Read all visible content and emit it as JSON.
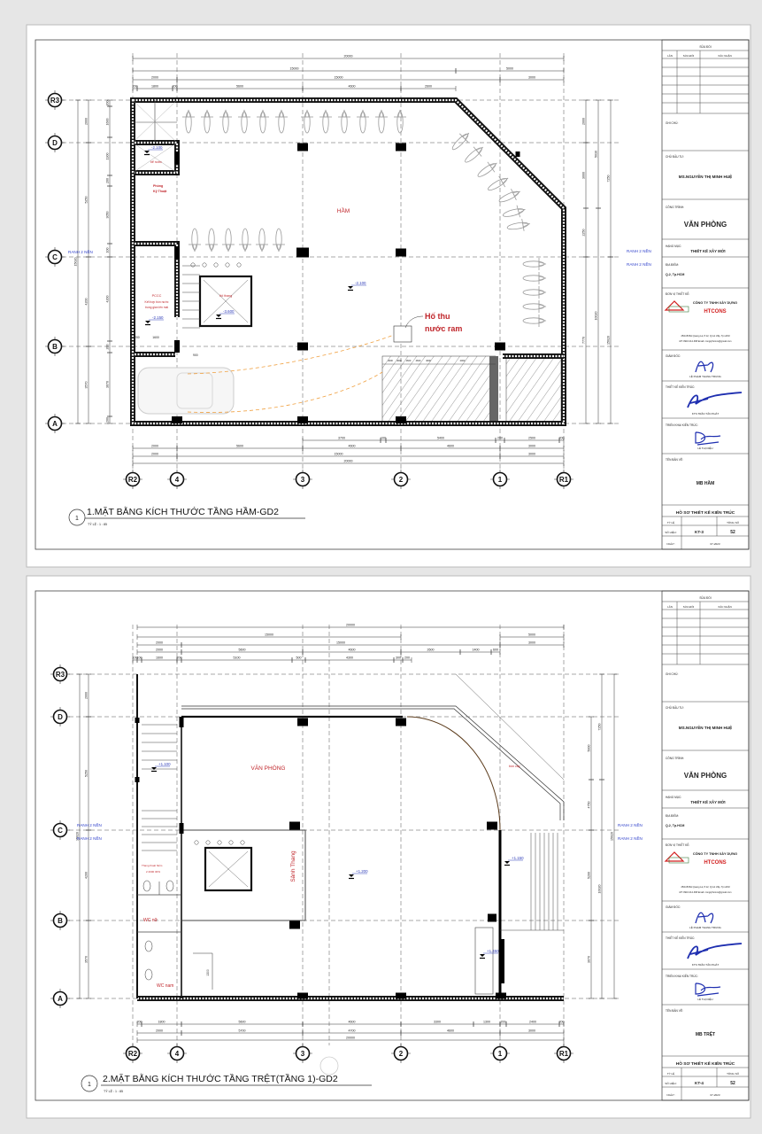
{
  "colors": {
    "room_label": "#c0262b",
    "level": "#2d3bb8",
    "boundary_label": "#3344cc",
    "wall": "#111111",
    "grid": "#555555",
    "furniture": "#9a9a9a",
    "ramp_path": "#f0a040",
    "signature": "#1f2fb0",
    "logo_red": "#d21f1f"
  },
  "title_block": {
    "revision_header": "SỬA ĐỔI",
    "revision_columns": [
      "LẦN",
      "SỬA ĐỔI",
      "XÁC NHẬN"
    ],
    "notes_label": "GHI CHÚ:",
    "owner_label": "CHỦ ĐẦU TƯ:",
    "owner": "MS.NGUYỄN THỊ MINH HUỆ",
    "project_label": "CÔNG TRÌNH:",
    "project": "VĂN PHÒNG",
    "category_label": "HẠNG MỤC:",
    "category": "THIẾT KẾ XÂY MỚI",
    "location_label": "ĐỊA ĐIỂM:",
    "location": "Q.2, Tp.HCM",
    "designer_label": "ĐƠN VỊ THIẾT KẾ:",
    "company_line1": "CÔNG TY TNHH XÂY DỰNG",
    "company_line2": "HTCONS",
    "address": "25/11B Bùi Quang Là, P.12, Q.Gò Vấp, Tp.HCM",
    "contact": "ĐT: 0916.214.468 Email: congtyhtcons@gmail.com",
    "director_label": "GIÁM ĐỐC:",
    "director": "LÊ PHẠM THANH TRUNG",
    "architect_label": "THIẾT KẾ KIẾN TRÚC:",
    "architect": "KTS.TRẦN TẤN PHÁT",
    "developer_label": "TRIỂN KHAI KIẾN TRÚC:",
    "developer": "LÊ THỊ DIỆU",
    "drawing_name_label": "TÊN BẢN VẼ:",
    "set_title": "HỒ SƠ THIẾT KẾ KIẾN TRÚC",
    "scale_label": "TỶ LỆ",
    "total_label": "TỔNG SỐ",
    "number_label": "SỐ HIỆU:",
    "date_label": "NGÀY:",
    "date": "07-2023"
  },
  "sheets": [
    {
      "drawing_name": "MB HẦM",
      "sheet_number": "KT-3",
      "total_sheets": "52",
      "view_number": "1",
      "view_title": "1.MẶT BẰNG KÍCH THƯỚC TẦNG HẦM-GD2",
      "view_scale": "TỶ LỆ : 1 : 85",
      "grid_rows": [
        "R3",
        "D",
        "C",
        "B",
        "A"
      ],
      "grid_cols": [
        "R2",
        "4",
        "3",
        "2",
        "1",
        "R1"
      ],
      "boundary_labels": [
        "RANH 2 NỀN",
        "RANH 2 NỀN",
        "RANH 2 NỀN"
      ],
      "dims_top": [
        [
          "20000"
        ],
        [
          "15000",
          "5000"
        ],
        [
          "2000",
          "15000",
          "3000"
        ],
        [
          "200",
          "1800",
          "200",
          "5600",
          "4600",
          "2600"
        ]
      ],
      "dims_bottom": [
        [
          "3700",
          "100",
          "5400",
          "200",
          "2500",
          "200"
        ],
        [
          "2000",
          "5600",
          "4600",
          "4600",
          "3000"
        ],
        [
          "2000",
          "15000",
          "3000"
        ],
        [
          "20000"
        ]
      ],
      "dims_left": [
        [
          "15020"
        ],
        [
          "2000",
          "5250",
          "4200",
          "3570"
        ],
        [
          "200",
          "1600",
          "1300",
          "200",
          "3050",
          "100",
          "4200",
          "200",
          "3670",
          "200"
        ]
      ],
      "dims_right": [
        [
          "2000",
          "3000",
          "2250",
          "7770"
        ],
        [
          "5030",
          "10020"
        ],
        [
          "7250",
          "15020"
        ]
      ],
      "rooms": [
        "HẦM",
        "Phòng",
        "Kỹ Thuật",
        "bể nước",
        "PCCC",
        "Kết hợp bồn nước",
        "trung gian lên mái",
        "Hố thang"
      ],
      "callout": [
        "Hố thu",
        "nước ram"
      ],
      "levels": [
        "-2.100",
        "-2.100",
        "-3.600",
        "-2.150"
      ],
      "ramp_dims": [
        "4600",
        "4600",
        "4600",
        "4600",
        "4600",
        "2000"
      ],
      "small_dims": [
        "900",
        "200",
        "1600"
      ]
    },
    {
      "drawing_name": "MB TRỆT",
      "sheet_number": "KT-4",
      "total_sheets": "52",
      "view_number": "1",
      "view_title": "2.MẶT BẰNG KÍCH THƯỚC TẦNG TRỆT(TẦNG 1)-GD2",
      "view_scale": "TỶ LỆ : 1 : 85",
      "grid_rows": [
        "R3",
        "D",
        "C",
        "B",
        "A"
      ],
      "grid_cols": [
        "R2",
        "4",
        "3",
        "2",
        "1",
        "R1"
      ],
      "boundary_labels": [
        "RANH 2 NỀN",
        "RANH 2 NỀN",
        "RANH 2 NỀN",
        "RANH 2 NỀN"
      ],
      "dims_top": [
        [
          "20000"
        ],
        [
          "15000",
          "5000"
        ],
        [
          "2000",
          "15000",
          "3000"
        ],
        [
          "2000",
          "5600",
          "4600",
          "2600",
          "1400",
          "600"
        ],
        [
          "100",
          "100",
          "1600",
          "200",
          "5100",
          "500",
          "4300",
          "300",
          "200"
        ]
      ],
      "dims_bottom": [
        [
          "200",
          "1800",
          "5600",
          "4600",
          "3300",
          "1300",
          "200",
          "2400",
          "200"
        ],
        [
          "2000",
          "5700",
          "4700",
          "4600",
          "3000"
        ],
        [
          "20000"
        ]
      ],
      "dims_left": [
        [
          "15020"
        ],
        [
          "2000",
          "5250",
          "4200",
          "3570"
        ]
      ],
      "dims_right": [
        [
          "5000",
          "4750",
          "5200",
          "3070"
        ],
        [
          "7250",
          "10020"
        ],
        [
          "15020"
        ]
      ],
      "rooms": [
        "VĂN PHÒNG",
        "Sảnh Thang",
        "bồn cây",
        "Thang thoát hiểm",
        "2 2000 30%",
        "WC nữ",
        "WC nam"
      ],
      "levels": [
        "+1.100",
        "+1.200",
        "+1.150",
        "+1.450"
      ],
      "small_dims": [
        "1300"
      ]
    }
  ]
}
